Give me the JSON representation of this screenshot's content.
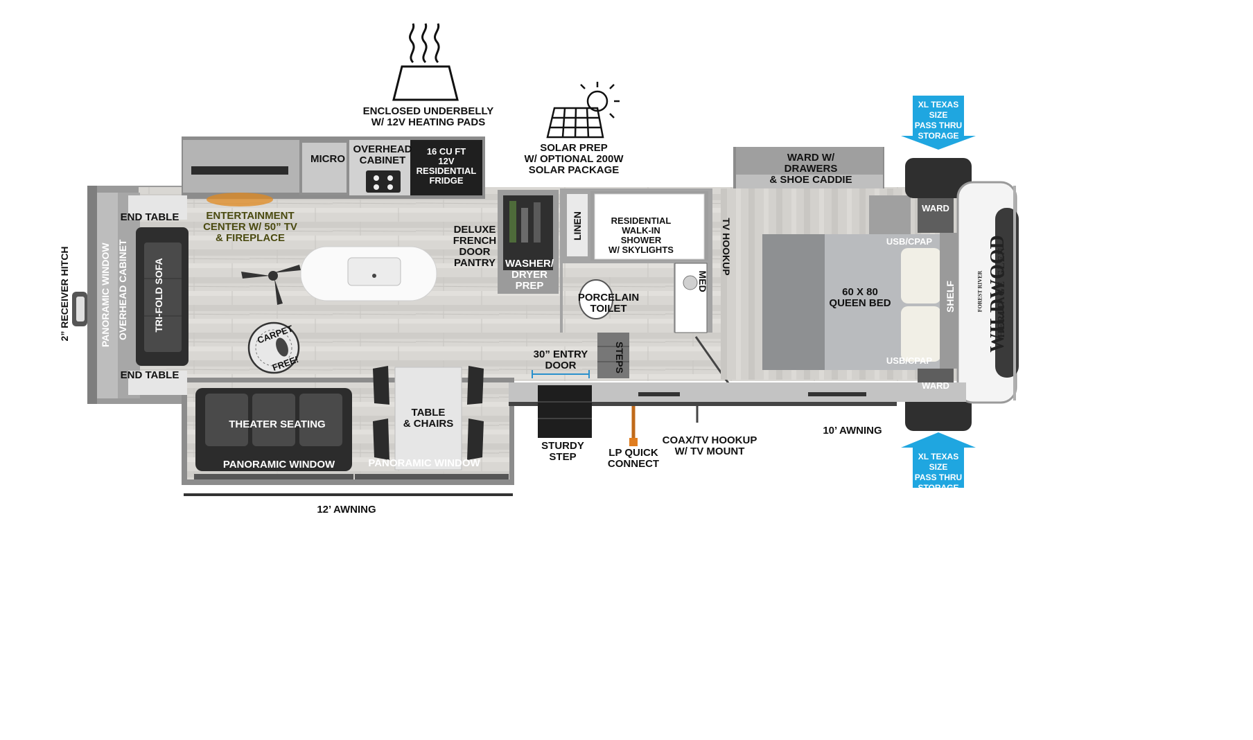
{
  "labels": {
    "underbelly": "ENCLOSED UNDERBELLY\nW/ 12V HEATING PADS",
    "solar": "SOLAR PREP\nW/ OPTIONAL 200W\nSOLAR PACKAGE",
    "micro": "MICRO",
    "overhead_cabinet": "OVERHEAD\nCABINET",
    "fridge": "16 CU FT\n12V\nRESIDENTIAL\nFRIDGE",
    "ward_drawers": "WARD W/\nDRAWERS\n& SHOE CADDIE",
    "end_table_top": "END TABLE",
    "end_table_bottom": "END TABLE",
    "entertainment": "ENTERTAINMENT\nCENTER W/ 50” TV\n& FIREPLACE",
    "pantry": "DELUXE\nFRENCH\nDOOR\nPANTRY",
    "washer": "WASHER/\nDRYER\nPREP",
    "shower": "RESIDENTIAL\nWALK-IN\nSHOWER\nW/ SKYLIGHTS",
    "toilet": "PORCELAIN\nTOILET",
    "queen_bed": "60 X  80\nQUEEN BED",
    "usb_cpap_top": "USB/CPAP",
    "usb_cpap_bottom": "USB/CPAP",
    "ward_top": "WARD",
    "ward_bottom": "WARD",
    "entry_door": "30” ENTRY\nDOOR",
    "theater": "THEATER SEATING",
    "table_chairs": "TABLE\n& CHAIRS",
    "panoramic_window_1": "PANORAMIC WINDOW",
    "panoramic_window_2": "PANORAMIC WINDOW",
    "sturdy_step": "STURDY\nSTEP",
    "lp_quick": "LP QUICK\nCONNECT",
    "coax": "COAX/TV HOOKUP\nW/ TV MOUNT",
    "awning_10": "10’ AWNING",
    "awning_12": "12’ AWNING",
    "xl_storage_top": "XL TEXAS SIZE\nPASS THRU\nSTORAGE",
    "xl_storage_bottom": "XL TEXAS SIZE\nPASS THRU\nSTORAGE",
    "receiver_hitch": "2” RECEIVER HITCH",
    "panoramic_window_rear": "PANORAMIC WINDOW",
    "overhead_cabinet_rear": "OVERHEAD CABINET",
    "tri_fold_sofa": "TRI-FOLD SOFA",
    "linen": "LINEN",
    "tv_hookup": "TV HOOKUP",
    "med": "MED",
    "steps": "STEPS",
    "shelf": "SHELF",
    "carpet_free_1": "CARPET",
    "carpet_free_2": "FREE!"
  },
  "brand": {
    "name": "WILDWOOD",
    "maker": "FOREST RIVER",
    "series": "HERITAGE GLEN"
  },
  "colors": {
    "floor": "#d8d6d2",
    "wall": "#8a8a8a",
    "dark_furniture": "#3a3a3a",
    "callout_blue": "#1fa6e0",
    "bed_gray": "#a9abae"
  }
}
